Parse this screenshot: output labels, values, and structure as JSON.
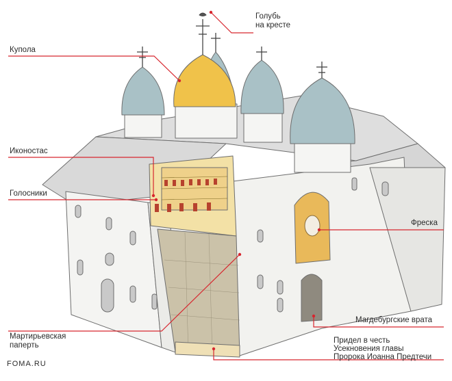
{
  "labels": {
    "dove_line1": "Голубь",
    "dove_line2": "на кресте",
    "domes": "Купола",
    "iconostasis": "Иконостас",
    "golosniki": "Голосники",
    "fresco": "Фреска",
    "magdeburg_gates": "Магдебургские врата",
    "chapel_line1": "Придел в честь",
    "chapel_line2": "Усекновения главы",
    "chapel_line3": "Пророка Иоанна Предтечи",
    "porch_line1": "Мартирьевская",
    "porch_line2": "паперть"
  },
  "source": "FOMA.RU",
  "colors": {
    "leader": "#d7262e",
    "gold_dome": "#f0c24a",
    "silver_dome": "#a9c1c6",
    "wall": "#f4f4f2",
    "roof": "#dcdcdc",
    "interior": "#f3e1a6",
    "floor": "#c9bfa6"
  }
}
